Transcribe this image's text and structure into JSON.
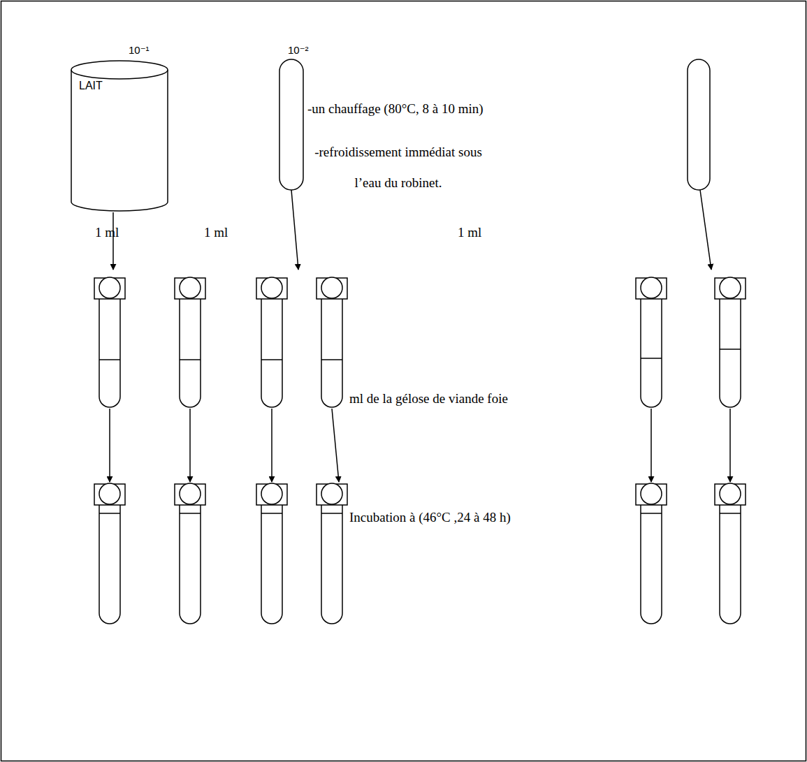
{
  "diagram": {
    "nodes": [
      {
        "text": [
          "LAIT"
        ]
      }
    ],
    "labels": [
      "10⁻¹",
      "10⁻²",
      "-un chauffage (80°C, 8 à 10 min)",
      "-refroidissement immédiat sous l’eau du robinet.",
      "1 ml",
      "1 ml",
      "1 ml",
      "ml de la gélose de viande foie",
      "Incubation à (46°C ,24 à 48 h)"
    ]
  }
}
